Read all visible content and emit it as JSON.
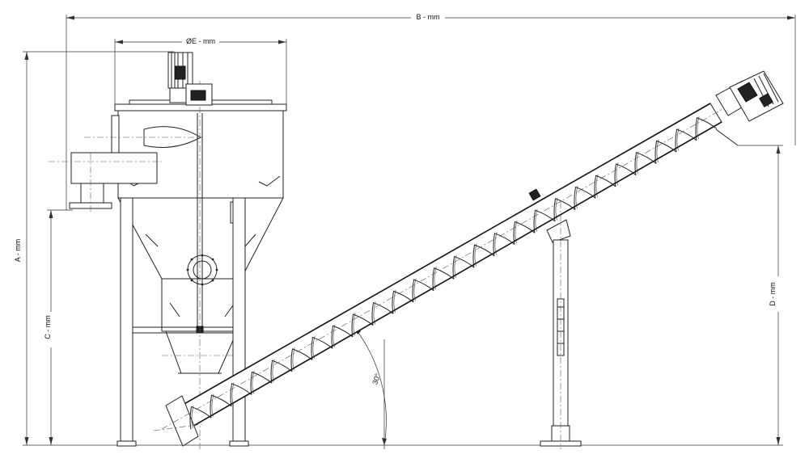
{
  "dimensions": {
    "overall_length": "B - mm",
    "vessel_diameter": "ØE - mm",
    "overall_height": "A - mm",
    "leg_height": "C - mm",
    "discharge_height": "D - mm",
    "incline_angle": "30°"
  }
}
